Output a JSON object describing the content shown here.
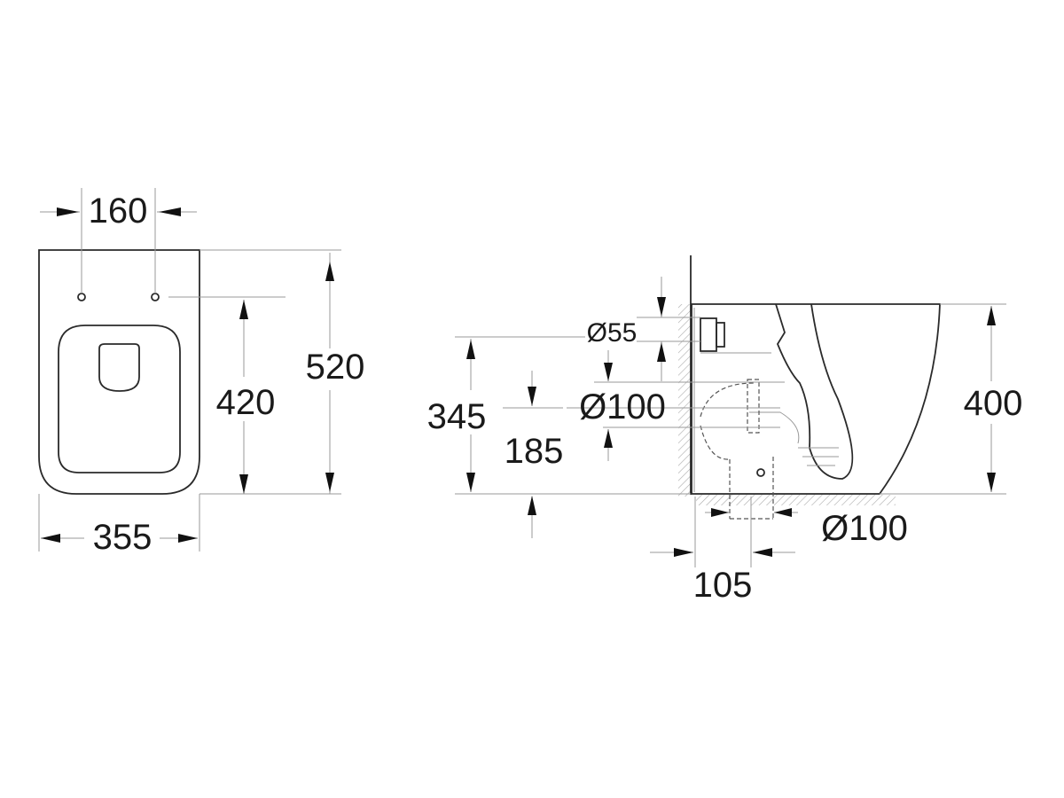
{
  "top_view": {
    "dim_hole_spacing": "160",
    "dim_hole_to_front": "420",
    "dim_length": "520",
    "dim_width": "355"
  },
  "side_view": {
    "dim_inlet_diameter": "Ø55",
    "dim_inlet_height": "345",
    "dim_outlet_height": "185",
    "dim_outlet_diameter": "Ø100",
    "dim_height": "400",
    "dim_floor_outlet_diameter": "Ø100",
    "dim_floor_outlet_offset": "105"
  },
  "colors": {
    "line": "#2a2a2a",
    "background": "#ffffff"
  }
}
